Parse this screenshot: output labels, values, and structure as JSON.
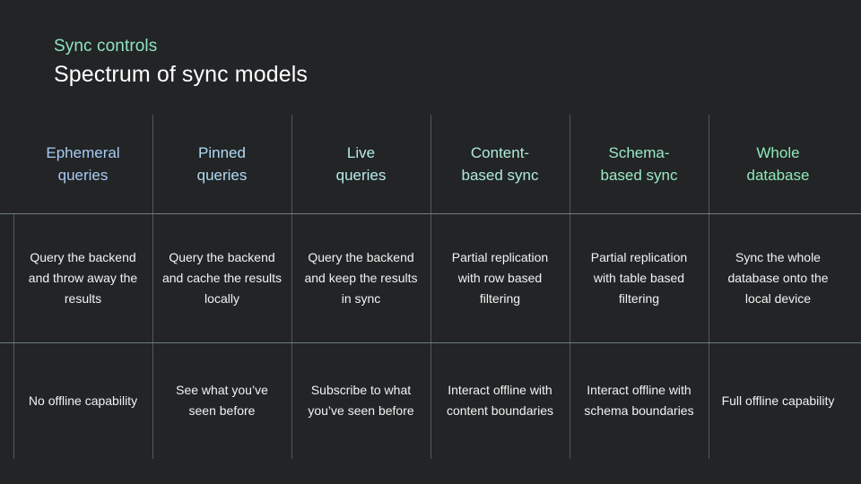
{
  "header": {
    "eyebrow": "Sync controls",
    "title": "Spectrum of sync models"
  },
  "colors": {
    "background": "#222426",
    "eyebrow": "#8FE3C0",
    "title": "#FFFFFF",
    "body_text": "#F2F2F2",
    "grid_line": "#55595a",
    "rule_line": "#7d8f89"
  },
  "table": {
    "columns": [
      {
        "header": "Ephemeral\nqueries",
        "header_line1": "Ephemeral",
        "header_line2": "queries",
        "header_color": "#A8CBF5",
        "description": "Query the backend and throw away the results",
        "capability": "No offline capability"
      },
      {
        "header": "Pinned\nqueries",
        "header_line1": "Pinned",
        "header_line2": "queries",
        "header_color": "#AEDCF2",
        "description": "Query the backend and cache the results locally",
        "capability": "See what you’ve seen before"
      },
      {
        "header": "Live\nqueries",
        "header_line1": "Live",
        "header_line2": "queries",
        "header_color": "#B8ECE8",
        "description": "Query the backend and keep the results in sync",
        "capability": "Subscribe to what you’ve seen before"
      },
      {
        "header": "Content-\nbased sync",
        "header_line1": "Content-",
        "header_line2": "based sync",
        "header_color": "#AFEBD6",
        "description": "Partial replication with row based filtering",
        "capability": "Interact offline with content boundaries"
      },
      {
        "header": "Schema-\nbased sync",
        "header_line1": "Schema-",
        "header_line2": "based sync",
        "header_color": "#9DE9C4",
        "description": "Partial replication with table based filtering",
        "capability": "Interact offline with schema boundaries"
      },
      {
        "header": "Whole\ndatabase",
        "header_line1": "Whole",
        "header_line2": "database",
        "header_color": "#8FE8B8",
        "description": "Sync the whole database onto the local device",
        "capability": "Full offline capability"
      }
    ]
  }
}
